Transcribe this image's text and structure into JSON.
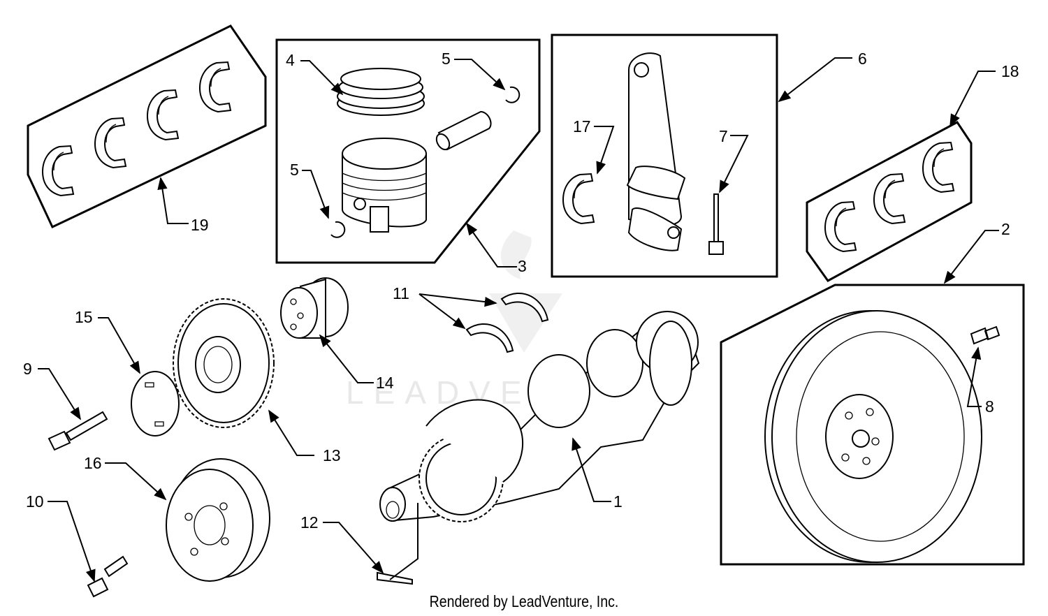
{
  "footer": "Rendered by LeadVenture, Inc.",
  "watermark": "LEADVENTURE",
  "callouts": [
    "1",
    "2",
    "3",
    "4",
    "5",
    "5",
    "6",
    "7",
    "8",
    "9",
    "10",
    "11",
    "12",
    "13",
    "14",
    "15",
    "16",
    "17",
    "18",
    "19"
  ]
}
